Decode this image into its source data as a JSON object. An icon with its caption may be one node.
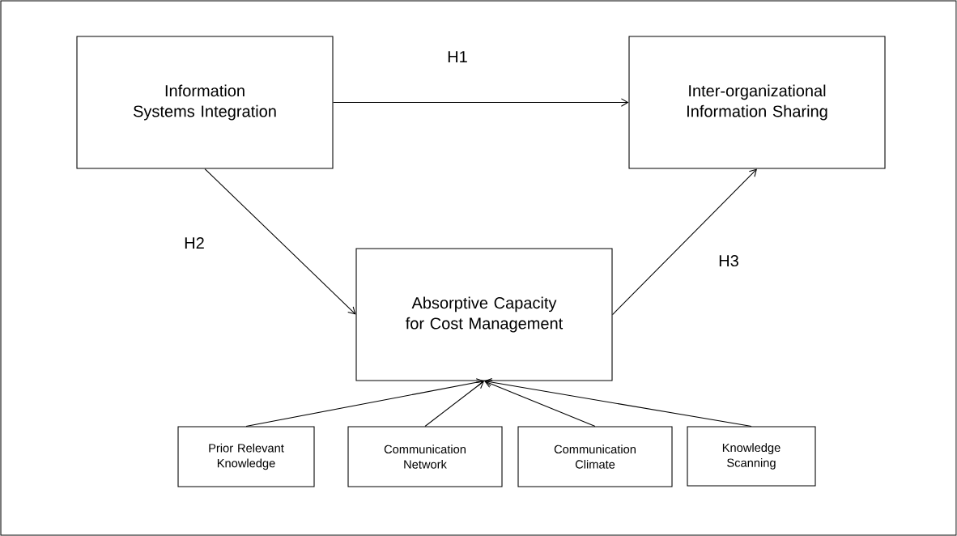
{
  "diagram": {
    "nodes": [
      {
        "text": [
          "Information Systems Integration"
        ]
      },
      {
        "text": [
          "Inter-organizational Information Sharing"
        ]
      },
      {
        "text": [
          "Absorptive Capacity for Cost Management"
        ]
      },
      {
        "text": [
          "Prior Relevant Knowledge"
        ]
      },
      {
        "text": [
          "Communication Network"
        ]
      },
      {
        "text": [
          "Communication Climate"
        ]
      },
      {
        "text": [
          "Knowledge Scanning"
        ]
      }
    ],
    "edges": [
      {
        "from": 0,
        "to": 1,
        "arrow": "to",
        "label": "H1"
      },
      {
        "from": 0,
        "to": 2,
        "arrow": "to",
        "label": "H2"
      },
      {
        "from": 2,
        "to": 1,
        "arrow": "to",
        "label": "H3"
      },
      {
        "from": 3,
        "to": 2,
        "arrow": "to"
      },
      {
        "from": 4,
        "to": 2,
        "arrow": "to"
      },
      {
        "from": 5,
        "to": 2,
        "arrow": "to"
      },
      {
        "from": 6,
        "to": 2,
        "arrow": "to"
      }
    ]
  }
}
